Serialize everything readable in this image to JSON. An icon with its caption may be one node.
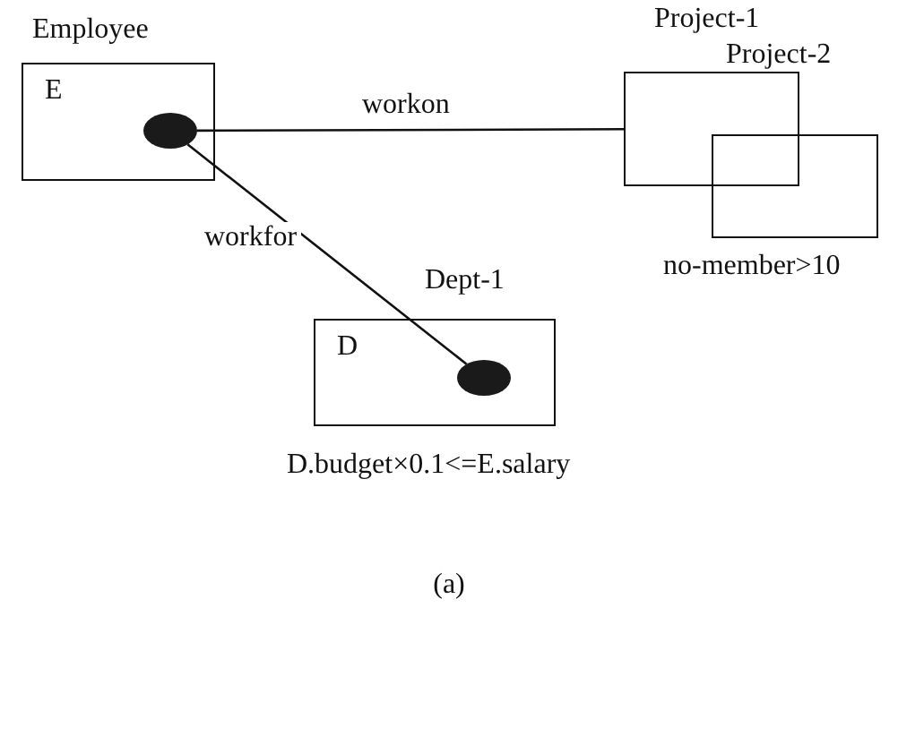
{
  "diagram": {
    "caption": "(a)",
    "nodes": [
      {
        "text": [
          "Employee",
          "E"
        ]
      },
      {
        "text": [],
        "shape": "ellipse",
        "in": 0
      },
      {
        "text": [
          "Project-1"
        ]
      },
      {
        "text": [
          "Project-2"
        ],
        "beside": [
          "no-member>10"
        ]
      },
      {
        "text": [
          "Dept-1",
          "D"
        ],
        "beside": [
          "D.budget×0.1<=E.salary"
        ]
      },
      {
        "text": [],
        "shape": "ellipse",
        "in": 4
      }
    ],
    "edges": [
      {
        "from": 1,
        "to": 2,
        "arrow": "none",
        "label": "workon"
      },
      {
        "from": 1,
        "to": 5,
        "arrow": "none",
        "label": "workfor"
      }
    ]
  }
}
